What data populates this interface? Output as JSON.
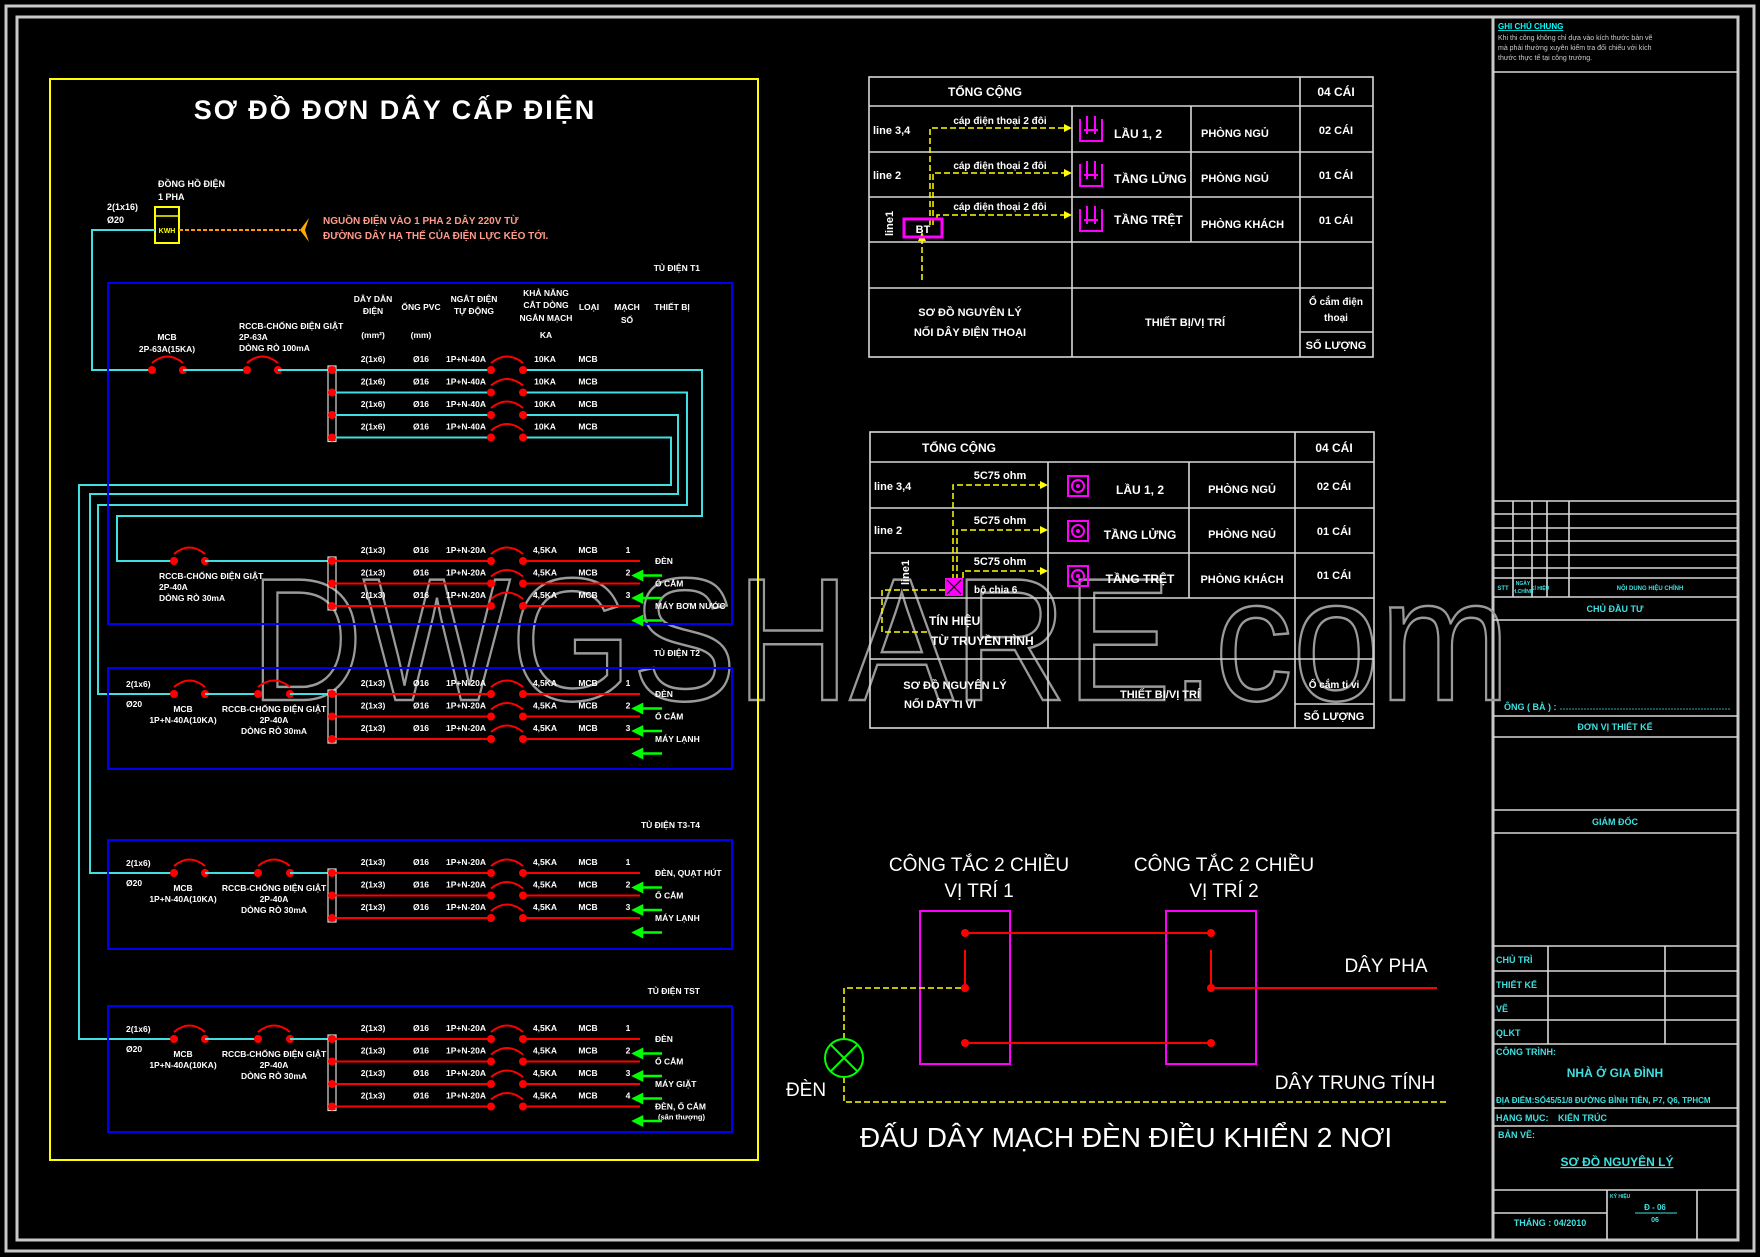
{
  "drawing_title": "SƠ ĐỒ ĐƠN DÂY CẤP ĐIỆN",
  "meter": {
    "label1": "ĐỒNG HỒ ĐIỆN",
    "label2": "1 PHA",
    "code": "KWH",
    "cable": "2(1x16)",
    "conduit": "Ø20"
  },
  "source_note": [
    "NGUỒN ĐIỆN VÀO 1 PHA 2 DÂY 220V TỪ",
    "ĐƯỜNG DÂY HẠ THẾ CỦA ĐIỆN LỰC KÉO TỚI."
  ],
  "column_headers": {
    "cable": [
      "DÂY DẪN",
      "ĐIỆN",
      "(mm²)"
    ],
    "conduit": [
      "ỐNG PVC",
      "(mm)"
    ],
    "breaker": [
      "NGẮT ĐIỆN",
      "TỰ ĐỘNG"
    ],
    "capacity": [
      "KHẢ NĂNG",
      "CẮT DÒNG",
      "NGẮN MẠCH",
      "KA"
    ],
    "type": [
      "LOẠI"
    ],
    "circuit": [
      "MẠCH",
      "SỐ"
    ],
    "device": [
      "THIẾT BỊ"
    ]
  },
  "circuits": [
    {
      "panel": "TỦ ĐIỆN T1",
      "feeder": null,
      "mcb": [
        "MCB",
        "2P-63A(15KA)"
      ],
      "rccb": [
        "RCCB-CHỐNG ĐIỆN GIẬT",
        "2P-63A",
        "DÒNG RÒ 100mA"
      ],
      "rows": [
        {
          "cable": "2(1x6)",
          "conduit": "Ø16",
          "breaker": "1P+N-40A",
          "ka": "10KA",
          "type": "MCB",
          "num": "",
          "device": ""
        },
        {
          "cable": "2(1x6)",
          "conduit": "Ø16",
          "breaker": "1P+N-40A",
          "ka": "10KA",
          "type": "MCB",
          "num": "",
          "device": ""
        },
        {
          "cable": "2(1x6)",
          "conduit": "Ø16",
          "breaker": "1P+N-40A",
          "ka": "10KA",
          "type": "MCB",
          "num": "",
          "device": ""
        },
        {
          "cable": "2(1x6)",
          "conduit": "Ø16",
          "breaker": "1P+N-40A",
          "ka": "10KA",
          "type": "MCB",
          "num": "",
          "device": ""
        }
      ]
    },
    {
      "panel": "",
      "feeder": null,
      "mcb": null,
      "rccb": [
        "RCCB-CHỐNG ĐIỆN GIẬT",
        "2P-40A",
        "DÒNG RÒ 30mA"
      ],
      "rows": [
        {
          "cable": "2(1x3)",
          "conduit": "Ø16",
          "breaker": "1P+N-20A",
          "ka": "4,5KA",
          "type": "MCB",
          "num": "1",
          "device": "ĐÈN"
        },
        {
          "cable": "2(1x3)",
          "conduit": "Ø16",
          "breaker": "1P+N-20A",
          "ka": "4,5KA",
          "type": "MCB",
          "num": "2",
          "device": "Ổ CẮM"
        },
        {
          "cable": "2(1x3)",
          "conduit": "Ø16",
          "breaker": "1P+N-20A",
          "ka": "4,5KA",
          "type": "MCB",
          "num": "3",
          "device": "MÁY BƠM NƯỚC"
        }
      ]
    },
    {
      "panel": "TỦ ĐIỆN T2",
      "feeder": [
        "2(1x6)",
        "Ø20"
      ],
      "mcb": [
        "MCB",
        "1P+N-40A(10KA)"
      ],
      "rccb": [
        "RCCB-CHỐNG ĐIỆN GIẬT",
        "2P-40A",
        "DÒNG RÒ 30mA"
      ],
      "rows": [
        {
          "cable": "2(1x3)",
          "conduit": "Ø16",
          "breaker": "1P+N-20A",
          "ka": "4,5KA",
          "type": "MCB",
          "num": "1",
          "device": "ĐÈN"
        },
        {
          "cable": "2(1x3)",
          "conduit": "Ø16",
          "breaker": "1P+N-20A",
          "ka": "4,5KA",
          "type": "MCB",
          "num": "2",
          "device": "Ổ CẮM"
        },
        {
          "cable": "2(1x3)",
          "conduit": "Ø16",
          "breaker": "1P+N-20A",
          "ka": "4,5KA",
          "type": "MCB",
          "num": "3",
          "device": "MÁY LẠNH"
        }
      ]
    },
    {
      "panel": "TỦ ĐIỆN T3-T4",
      "feeder": [
        "2(1x6)",
        "Ø20"
      ],
      "mcb": [
        "MCB",
        "1P+N-40A(10KA)"
      ],
      "rccb": [
        "RCCB-CHỐNG ĐIỆN GIẬT",
        "2P-40A",
        "DÒNG RÒ 30mA"
      ],
      "rows": [
        {
          "cable": "2(1x3)",
          "conduit": "Ø16",
          "breaker": "1P+N-20A",
          "ka": "4,5KA",
          "type": "MCB",
          "num": "1",
          "device": "ĐÈN, QUẠT HÚT"
        },
        {
          "cable": "2(1x3)",
          "conduit": "Ø16",
          "breaker": "1P+N-20A",
          "ka": "4,5KA",
          "type": "MCB",
          "num": "2",
          "device": "Ổ CẮM"
        },
        {
          "cable": "2(1x3)",
          "conduit": "Ø16",
          "breaker": "1P+N-20A",
          "ka": "4,5KA",
          "type": "MCB",
          "num": "3",
          "device": "MÁY LẠNH"
        }
      ]
    },
    {
      "panel": "TỦ ĐIỆN TST",
      "feeder": [
        "2(1x6)",
        "Ø20"
      ],
      "mcb": [
        "MCB",
        "1P+N-40A(10KA)"
      ],
      "rccb": [
        "RCCB-CHỐNG ĐIỆN GIẬT",
        "2P-40A",
        "DÒNG RÒ 30mA"
      ],
      "rows": [
        {
          "cable": "2(1x3)",
          "conduit": "Ø16",
          "breaker": "1P+N-20A",
          "ka": "4,5KA",
          "type": "MCB",
          "num": "1",
          "device": "ĐÈN"
        },
        {
          "cable": "2(1x3)",
          "conduit": "Ø16",
          "breaker": "1P+N-20A",
          "ka": "4,5KA",
          "type": "MCB",
          "num": "2",
          "device": "Ổ CẮM"
        },
        {
          "cable": "2(1x3)",
          "conduit": "Ø16",
          "breaker": "1P+N-20A",
          "ka": "4,5KA",
          "type": "MCB",
          "num": "3",
          "device": "MÁY GIẶT"
        },
        {
          "cable": "2(1x3)",
          "conduit": "Ø16",
          "breaker": "1P+N-20A",
          "ka": "4,5KA",
          "type": "MCB",
          "num": "4",
          "device": "ĐÈN, Ổ CẮM",
          "device_note": "(sân thượng)"
        }
      ]
    }
  ],
  "phone_table": {
    "total_label": "TỔNG CỘNG",
    "total_qty": "04 CÁI",
    "cable_label": "cáp điện thoại 2 đôi",
    "box_label": "BT",
    "line1": "line1",
    "rows": [
      {
        "line": "line 3,4",
        "location": "LẦU  1, 2",
        "room": "PHÒNG NGỦ",
        "qty": "02 CÁI"
      },
      {
        "line": "line 2",
        "location": "TẦNG LỬNG",
        "room": "PHÒNG NGỦ",
        "qty": "01 CÁI"
      },
      {
        "line": "",
        "location": "TẦNG TRỆT",
        "room": "PHÒNG KHÁCH",
        "qty": "01 CÁI"
      }
    ],
    "footer_title": [
      "SƠ ĐỒ NGUYÊN LÝ",
      "NỐI DÂY ĐIỆN THOẠI"
    ],
    "footer_device": "THIẾT BỊ/VỊ TRÍ",
    "footer_item": [
      "Ổ cắm điện",
      "thoại"
    ],
    "footer_qty": "SỐ LƯỢNG"
  },
  "tv_table": {
    "total_label": "TỔNG CỘNG",
    "total_qty": "04 CÁI",
    "cable_label": "5C75 ohm",
    "splitter_label": "bộ chia 6",
    "line1": "line1",
    "signal_label": [
      "TÍN HIỆU",
      "TỪ TRUYỀN HÌNH"
    ],
    "rows": [
      {
        "line": "line 3,4",
        "location": "LẦU  1, 2",
        "room": "PHÒNG NGỦ",
        "qty": "02 CÁI"
      },
      {
        "line": "line 2",
        "location": "TẦNG LỬNG",
        "room": "PHÒNG NGỦ",
        "qty": "01 CÁI"
      },
      {
        "line": "",
        "location": "TẦNG TRỆT",
        "room": "PHÒNG KHÁCH",
        "qty": "01 CÁI"
      }
    ],
    "footer_title": [
      "SƠ ĐỒ NGUYÊN LÝ",
      "NỐI DÂY TI VI"
    ],
    "footer_device": "THIẾT BỊ/VỊ TRÍ",
    "footer_item": "Ổ cắm ti vi",
    "footer_qty": "SỐ LƯỢNG"
  },
  "switch_diagram": {
    "switch1": [
      "CÔNG TẮC 2 CHIỀU",
      "VỊ TRÍ 1"
    ],
    "switch2": [
      "CÔNG TẮC 2 CHIỀU",
      "VỊ TRÍ 2"
    ],
    "phase_label": "DÂY PHA",
    "neutral_label": "DÂY TRUNG TÍNH",
    "lamp_label": "ĐÈN",
    "caption": "ĐẤU DÂY MẠCH ĐÈN ĐIỀU KHIỂN 2 NƠI"
  },
  "watermark": "DWGSHARE.com",
  "title_block": {
    "note_title": "GHI CHÚ CHUNG",
    "note_lines": [
      "Khi thi công không chỉ dựa vào kích thước bản vẽ",
      "mà phải thường xuyên kiểm tra đối chiếu với kích",
      "thước thực tế tại công trường."
    ],
    "rev_headers": [
      "STT",
      "NGÀY",
      "H.CHỈNH",
      "KÍ HIỆU",
      "NỘI DUNG HIỆU CHỈNH"
    ],
    "owner_header": "CHỦ ĐẦU TƯ",
    "owner_line": "ÔNG  ( BÀ ) :",
    "designer_header": "ĐƠN VỊ THIẾT KẾ",
    "director": "GIÁM ĐỐC",
    "roles": [
      "CHỦ TRÌ",
      "THIẾT KẾ",
      "VẼ",
      "QLKT"
    ],
    "project_label": "CÔNG TRÌNH:",
    "project_name": "NHÀ Ở GIA ĐÌNH",
    "address": "ĐỊA ĐIỂM:SỐ45/51/8 ĐƯỜNG BÌNH TIÊN, P7, Q6, TPHCM",
    "category_label": "HẠNG MỤC:",
    "category": "KIẾN TRÚC",
    "sheet_label": "BẢN VẼ:",
    "sheet_name": "SƠ ĐỒ NGUYÊN LÝ",
    "code_label": "KÝ HIỆU",
    "code": "Đ - 06",
    "code_total": "06",
    "date": "THÁNG : 04/2010"
  }
}
